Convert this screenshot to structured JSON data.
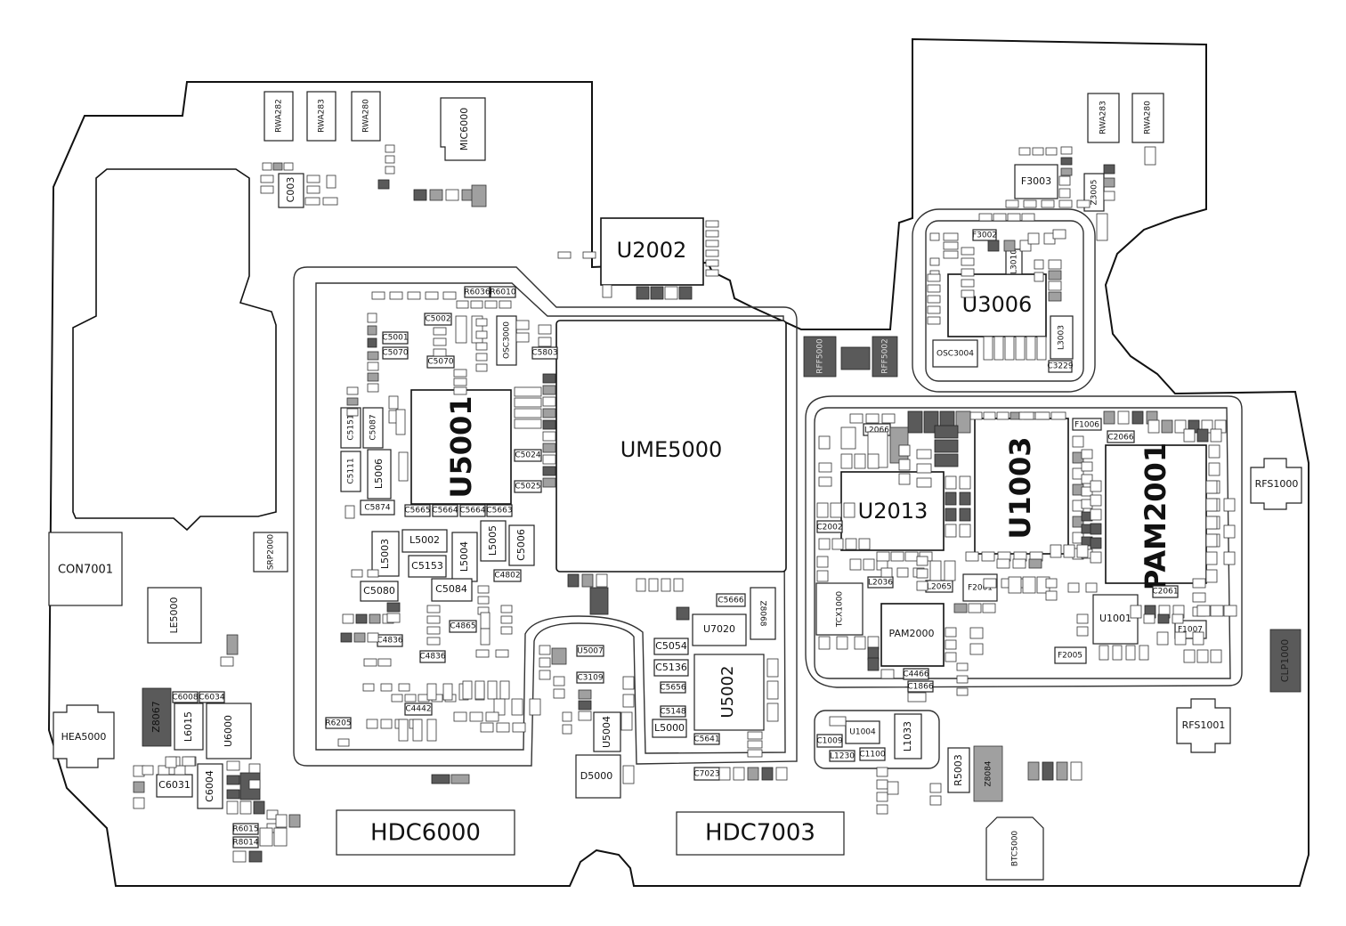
{
  "labels": {
    "rwa282": "RWA282",
    "rwa283_l": "RWA283",
    "rwa280_l": "RWA280",
    "mic6000": "MIC6000",
    "c003": "C003",
    "u2002": "U2002",
    "ume5000": "UME5000",
    "u5001": "U5001",
    "osc3000": "OSC3000",
    "c5151": "C5151",
    "c5111": "C5111",
    "c5087": "C5087",
    "l5006": "L5006",
    "c5874": "C5874",
    "l5003": "L5003",
    "l5002": "L5002",
    "c5153": "C5153",
    "l5004": "L5004",
    "l5005": "L5005",
    "c5006": "C5006",
    "c5080": "C5080",
    "c5084": "C5084",
    "c5665": "C5665",
    "c5664": "C5664",
    "c5663": "C5663",
    "c5002": "C5002",
    "c5001": "C5001",
    "c5070": "C5070",
    "c5025": "C5025",
    "c5024": "C5024",
    "c5803": "C5803",
    "c4802": "C4802",
    "c4865": "C4865",
    "c4836": "C4836",
    "c4442": "C4442",
    "r6205": "R6205",
    "r6036": "R6036",
    "r6010": "R6010",
    "con7001": "CON7001",
    "srp2000": "SRP2000",
    "le5000": "LE5000",
    "hea5000": "HEA5000",
    "z8067": "Z8067",
    "l6015": "L6015",
    "u6000": "U6000",
    "c6008": "C6008",
    "c6034": "C6034",
    "c6031": "C6031",
    "c6004": "C6004",
    "r6015": "R6015",
    "r8014": "R8014",
    "hdc6000": "HDC6000",
    "hdc7003": "HDC7003",
    "d5000": "D5000",
    "u5004": "U5004",
    "u5007": "U5007",
    "c3109": "C3109",
    "u7020": "U7020",
    "c5666": "C5666",
    "z8068": "Z8068",
    "c5054": "C5054",
    "c5136": "C5136",
    "c5656": "C5656",
    "c5148": "C5148",
    "l5000": "L5000",
    "u5002": "U5002",
    "c5641": "C5641",
    "c7023": "C7023",
    "u3006": "U3006",
    "osc3004": "OSC3004",
    "l3003": "L3003",
    "f3003": "F3003",
    "f3002": "F3002",
    "l3010": "L3010",
    "c3229": "C3229",
    "rwa283_r": "RWA283",
    "rwa280_r": "RWA280",
    "z3005": "Z3005",
    "u2013": "U2013",
    "u1003": "U1003",
    "pam2001": "PAM2001",
    "pam2000": "PAM2000",
    "tcx1000": "TCX1000",
    "u1001": "U1001",
    "u1004": "U1004",
    "l1033": "L1033",
    "c1009": "C1009",
    "c1100": "C1100",
    "l1230": "L1230",
    "r5003": "R5003",
    "z8084": "Z8084",
    "btc5000": "BTC5000",
    "rfs1000": "RFS1000",
    "rfs1001": "RFS1001",
    "clp1000": "CLP1000",
    "f1006": "F1006",
    "f1007": "F1007",
    "f2001": "F2001",
    "f2005": "F2005",
    "c2066": "C2066",
    "c2061": "C2061",
    "c2002": "C2002",
    "l2066": "L2066",
    "l2065": "L2065",
    "c1866": "C1866",
    "c4466": "C4466",
    "l2036": "L2036",
    "rff5000": "RFF5000",
    "rff5002": "RFF5002"
  }
}
